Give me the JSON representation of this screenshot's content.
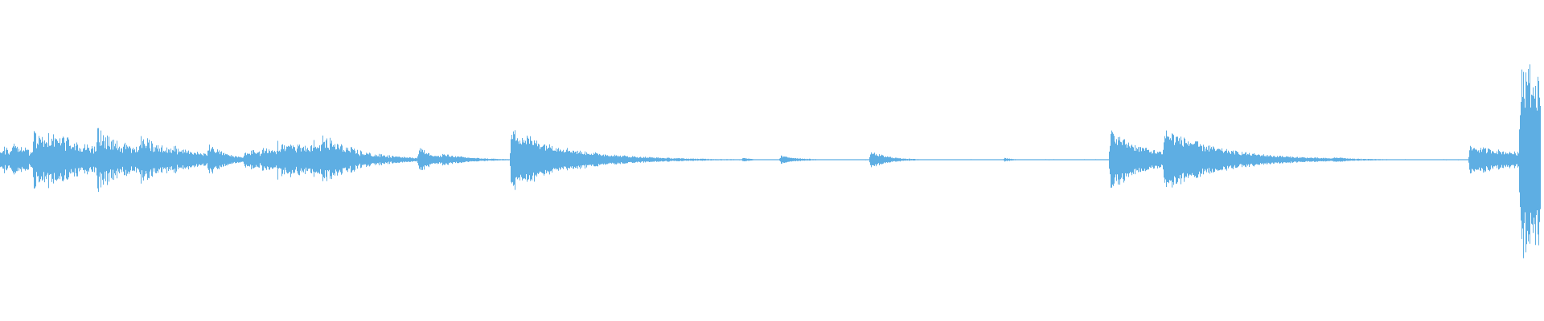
{
  "waveform": {
    "color": "#5eaee3",
    "background": "#ffffff",
    "amplitude_scale": "linear",
    "peak_amplitude": 1.0,
    "events": [
      {
        "t": 0.0,
        "amp": 0.14,
        "decay": 0.004,
        "dense": true
      },
      {
        "t": 0.008,
        "amp": 0.16,
        "decay": 0.004,
        "dense": true
      },
      {
        "t": 0.022,
        "amp": 0.3,
        "decay": 0.003,
        "dense": true
      },
      {
        "t": 0.031,
        "amp": 0.3,
        "decay": 0.003,
        "dense": true
      },
      {
        "t": 0.04,
        "amp": 0.24,
        "decay": 0.004,
        "dense": true
      },
      {
        "t": 0.046,
        "amp": 0.12,
        "decay": 0.004,
        "dense": true
      },
      {
        "t": 0.055,
        "amp": 0.18,
        "decay": 0.004,
        "dense": true
      },
      {
        "t": 0.063,
        "amp": 0.33,
        "decay": 0.003,
        "dense": true
      },
      {
        "t": 0.072,
        "amp": 0.22,
        "decay": 0.004,
        "dense": true
      },
      {
        "t": 0.081,
        "amp": 0.18,
        "decay": 0.004,
        "dense": true
      },
      {
        "t": 0.091,
        "amp": 0.24,
        "decay": 0.004,
        "dense": true
      },
      {
        "t": 0.098,
        "amp": 0.08,
        "decay": 0.004,
        "dense": true
      },
      {
        "t": 0.108,
        "amp": 0.13,
        "decay": 0.004,
        "dense": true
      },
      {
        "t": 0.112,
        "amp": 0.14,
        "decay": 0.004,
        "dense": true
      },
      {
        "t": 0.118,
        "amp": 0.1,
        "decay": 0.004,
        "dense": true
      },
      {
        "t": 0.135,
        "amp": 0.16,
        "decay": 0.002,
        "dense": false
      },
      {
        "t": 0.16,
        "amp": 0.11,
        "decay": 0.004,
        "dense": true
      },
      {
        "t": 0.17,
        "amp": 0.12,
        "decay": 0.004,
        "dense": true
      },
      {
        "t": 0.18,
        "amp": 0.2,
        "decay": 0.004,
        "dense": true
      },
      {
        "t": 0.188,
        "amp": 0.19,
        "decay": 0.004,
        "dense": true
      },
      {
        "t": 0.198,
        "amp": 0.14,
        "decay": 0.004,
        "dense": true
      },
      {
        "t": 0.202,
        "amp": 0.2,
        "decay": 0.004,
        "dense": true
      },
      {
        "t": 0.209,
        "amp": 0.26,
        "decay": 0.004,
        "dense": true
      },
      {
        "t": 0.218,
        "amp": 0.08,
        "decay": 0.006,
        "dense": false
      },
      {
        "t": 0.272,
        "amp": 0.12,
        "decay": 0.002,
        "dense": false
      },
      {
        "t": 0.287,
        "amp": 0.06,
        "decay": 0.003,
        "dense": false
      },
      {
        "t": 0.332,
        "amp": 0.31,
        "decay": 0.006,
        "dense": false
      },
      {
        "t": 0.357,
        "amp": 0.11,
        "decay": 0.003,
        "dense": false
      },
      {
        "t": 0.482,
        "amp": 0.02,
        "decay": 0.001,
        "dense": false
      },
      {
        "t": 0.507,
        "amp": 0.04,
        "decay": 0.002,
        "dense": false
      },
      {
        "t": 0.565,
        "amp": 0.08,
        "decay": 0.002,
        "dense": false
      },
      {
        "t": 0.652,
        "amp": 0.02,
        "decay": 0.001,
        "dense": false
      },
      {
        "t": 0.721,
        "amp": 0.3,
        "decay": 0.004,
        "dense": false
      },
      {
        "t": 0.756,
        "amp": 0.31,
        "decay": 0.006,
        "dense": false
      },
      {
        "t": 0.866,
        "amp": 0.03,
        "decay": 0.002,
        "dense": false
      },
      {
        "t": 0.954,
        "amp": 0.14,
        "decay": 0.008,
        "dense": false
      },
      {
        "t": 0.987,
        "amp": 1.0,
        "decay": 0.008,
        "dense": false
      },
      {
        "t": 0.993,
        "amp": 0.55,
        "decay": 0.004,
        "dense": true
      }
    ],
    "noise_floor": 0.005
  }
}
